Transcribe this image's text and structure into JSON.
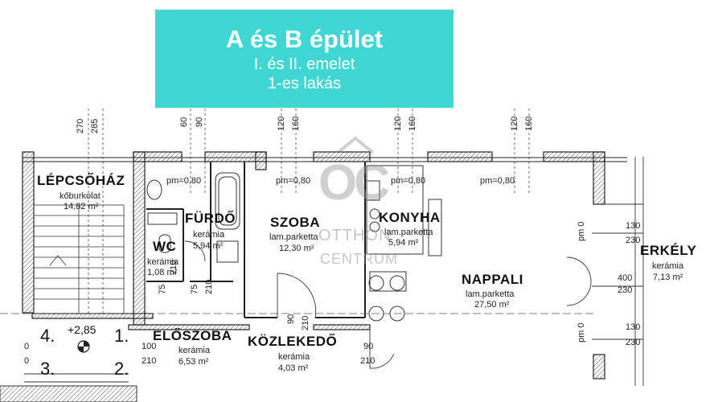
{
  "banner": {
    "title": "A és B épület",
    "line2": "I. és II. emelet",
    "line3": "1-es lakás"
  },
  "watermark": {
    "logo": "OC",
    "line1": "OTTHON",
    "line2": "CENTRUM"
  },
  "rooms": {
    "lepcsohaz": {
      "name": "LÉPCSŐHÁZ",
      "material": "kőburkolat",
      "area": "14,82 m²"
    },
    "furdo": {
      "name": "FÜRDŐ",
      "material": "kerámia",
      "area": "5,94 m²"
    },
    "wc": {
      "name": "WC",
      "material": "kerámia",
      "area": "1,08 m²"
    },
    "szoba": {
      "name": "SZOBA",
      "material": "lam.parketta",
      "area": "12,30 m²"
    },
    "konyha": {
      "name": "KONYHA",
      "material": "lam.parketta",
      "area": "5,94 m²"
    },
    "nappali": {
      "name": "NAPPALI",
      "material": "lam.parketta",
      "area": "27,50 m²"
    },
    "erkely": {
      "name": "ERKÉLY",
      "material": "kerámia",
      "area": "7,13 m²"
    },
    "eloszoba": {
      "name": "ELŐSZOBA",
      "material": "kerámia",
      "area": "6,53 m²"
    },
    "kozlekedo": {
      "name": "KÖZLEKEDŐ",
      "material": "kerámia",
      "area": "4,03 m²"
    }
  },
  "parapets": {
    "p1": "pm=0,80",
    "p2": "pm=0,80",
    "p3": "pm=0,80",
    "p4": "pm=0,80"
  },
  "top_dims": {
    "d270": "270",
    "d285": "285",
    "d60": "60",
    "d90": "90",
    "a120": "120",
    "a160": "160",
    "b120": "120",
    "b160": "160",
    "c120": "120",
    "c160": "160"
  },
  "balcony_dims": {
    "pm0a": "pm 0",
    "w130a": "130",
    "w230a": "230",
    "w400": "400",
    "w230b": "230",
    "pm0b": "pm 0",
    "w130b": "130",
    "w230c": "230"
  },
  "door_dims": {
    "wc75": "75",
    "wc210": "210",
    "b75": "75",
    "b210": "210",
    "s90": "90",
    "s210": "210",
    "e100": "100",
    "e210": "210",
    "k90": "90",
    "k210": "210"
  },
  "level": "+2,85",
  "unit_numbers": {
    "n4": "4.",
    "n1": "1.",
    "n3": "3.",
    "n2": "2."
  },
  "misc": {
    "zero1": "0",
    "zero2": "0"
  }
}
